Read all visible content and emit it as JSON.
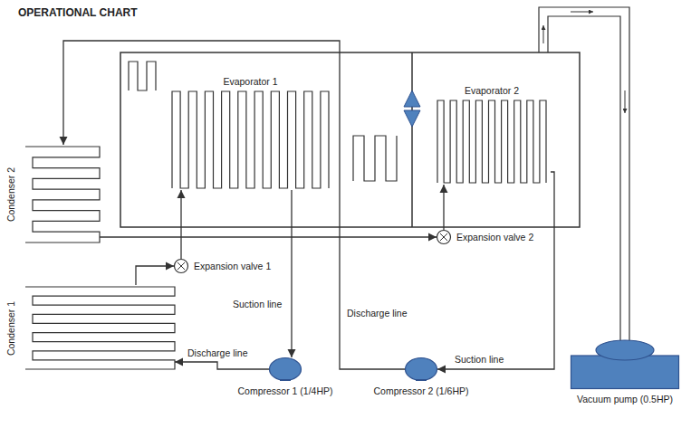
{
  "diagram": {
    "title": "OPERATIONAL CHART",
    "nodes": [
      {
        "text": [
          "Evaporator 1"
        ]
      },
      {
        "text": [
          "Evaporator 2"
        ]
      },
      {
        "text": [
          "Condenser 2"
        ]
      },
      {
        "text": [
          "Expansion valve 1"
        ]
      },
      {
        "text": [
          "Expansion valve 2"
        ]
      },
      {
        "text": [
          "Condenser 1"
        ]
      },
      {
        "text": [
          "Compressor 1 (1/4HP)"
        ]
      },
      {
        "text": [
          "Compressor 2 (1/6HP)"
        ]
      },
      {
        "text": [
          "Vacuum pump (0.5HP)"
        ]
      }
    ],
    "edges": [
      {
        "from": 6,
        "to": 5,
        "label": "Discharge line",
        "arrow": "to"
      },
      {
        "from": 5,
        "to": 3,
        "arrow": "to"
      },
      {
        "from": 3,
        "to": 0,
        "arrow": "to"
      },
      {
        "from": 0,
        "to": 6,
        "label": "Suction line",
        "arrow": "to"
      },
      {
        "from": 7,
        "to": 2,
        "label": "Discharge line",
        "arrow": "to"
      },
      {
        "from": 2,
        "to": 4,
        "arrow": "to"
      },
      {
        "from": 4,
        "to": 1,
        "arrow": "to"
      },
      {
        "from": 1,
        "to": 7,
        "label": "Suction line",
        "arrow": "to"
      }
    ]
  }
}
